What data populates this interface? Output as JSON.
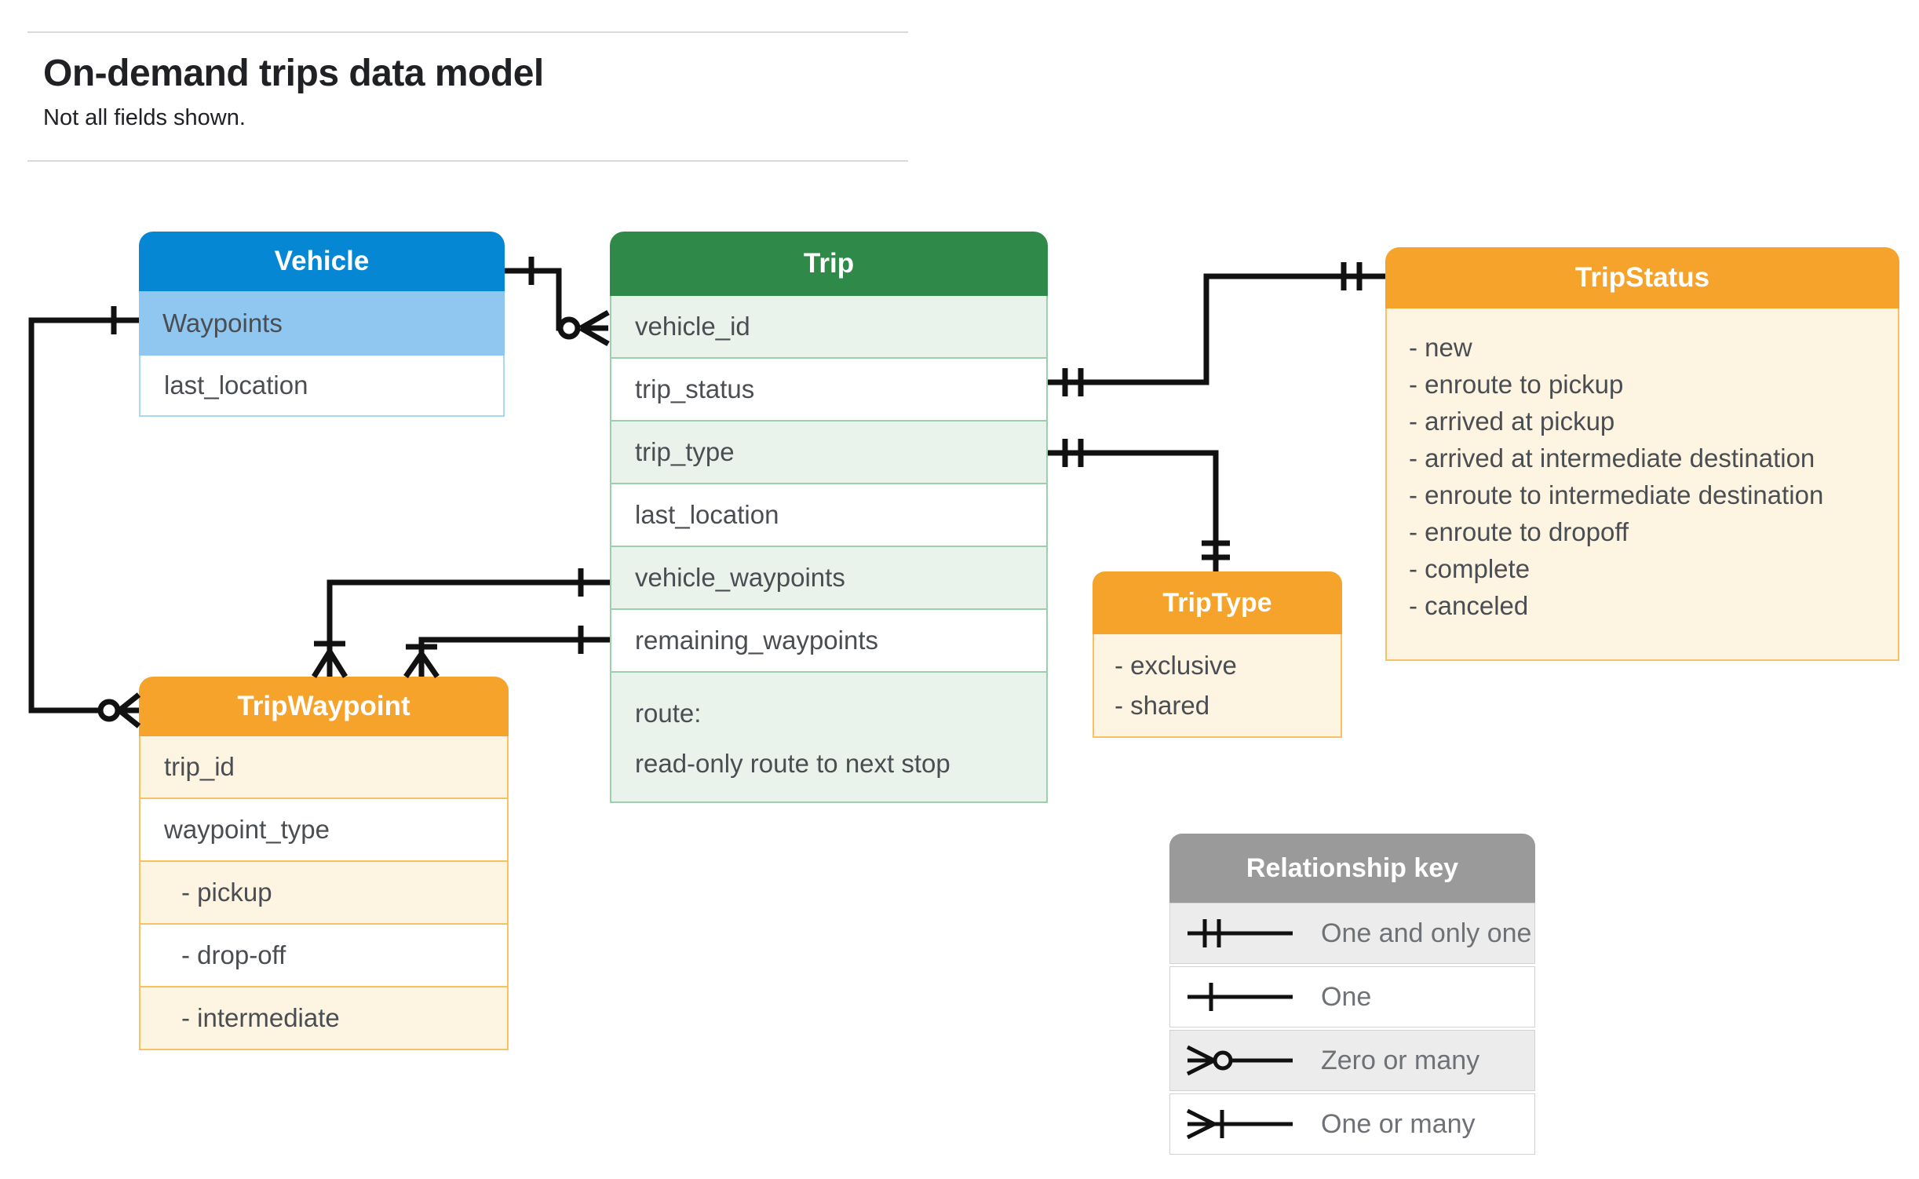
{
  "page": {
    "title": "On-demand trips data model",
    "subtitle": "Not all fields shown."
  },
  "colors": {
    "vehicle_header": "#0687d4",
    "vehicle_highlight_row": "#8fc7f1",
    "trip_header": "#2f8948",
    "trip_row_tint": "#e9f3ec",
    "enum_header": "#f6a32b",
    "enum_body": "#fdf4e2",
    "key_header": "#9a9a9a",
    "key_row_tint": "#ececec",
    "connector": "#111111",
    "text": "#4a4e52"
  },
  "tables": {
    "vehicle": {
      "title": "Vehicle",
      "fields": [
        "Waypoints",
        "last_location"
      ]
    },
    "trip": {
      "title": "Trip",
      "fields": [
        "vehicle_id",
        "trip_status",
        "trip_type",
        "last_location",
        "vehicle_waypoints",
        "remaining_waypoints"
      ],
      "route_lines": [
        "route:",
        "read-only route to next stop"
      ]
    },
    "tripStatus": {
      "title": "TripStatus",
      "values": [
        "- new",
        "- enroute to pickup",
        "- arrived at pickup",
        "- arrived at intermediate destination",
        "- enroute to intermediate destination",
        "- enroute to dropoff",
        "- complete",
        "- canceled"
      ]
    },
    "tripType": {
      "title": "TripType",
      "values": [
        "- exclusive",
        "- shared"
      ]
    },
    "tripWaypoint": {
      "title": "TripWaypoint",
      "fields": [
        "trip_id",
        "waypoint_type"
      ],
      "values": [
        "- pickup",
        "- drop-off",
        "- intermediate"
      ]
    }
  },
  "legend": {
    "title": "Relationship key",
    "rows": [
      {
        "symbol": "one-and-only-one-icon",
        "label": "One and only one"
      },
      {
        "symbol": "one-icon",
        "label": "One"
      },
      {
        "symbol": "zero-or-many-icon",
        "label": "Zero or many"
      },
      {
        "symbol": "one-or-many-icon",
        "label": "One or many"
      }
    ]
  }
}
